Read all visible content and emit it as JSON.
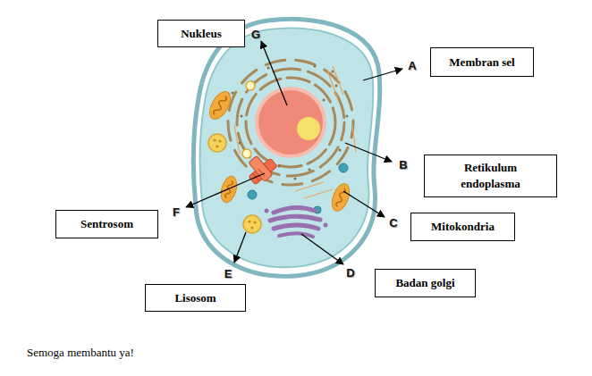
{
  "diagram": {
    "nodes": [
      {
        "text": [
          "Nukleus"
        ]
      },
      {
        "text": [
          "Membran sel"
        ]
      },
      {
        "text": [
          "Retikulum endoplasma"
        ]
      },
      {
        "text": [
          "Sentrosom"
        ]
      },
      {
        "text": [
          "Mitokondria"
        ]
      },
      {
        "text": [
          "Badan golgi"
        ]
      },
      {
        "text": [
          "Lisosom"
        ]
      }
    ],
    "labels": [
      "G",
      "A",
      "B",
      "C",
      "D",
      "E",
      "F",
      "Semoga membantu ya!"
    ]
  }
}
